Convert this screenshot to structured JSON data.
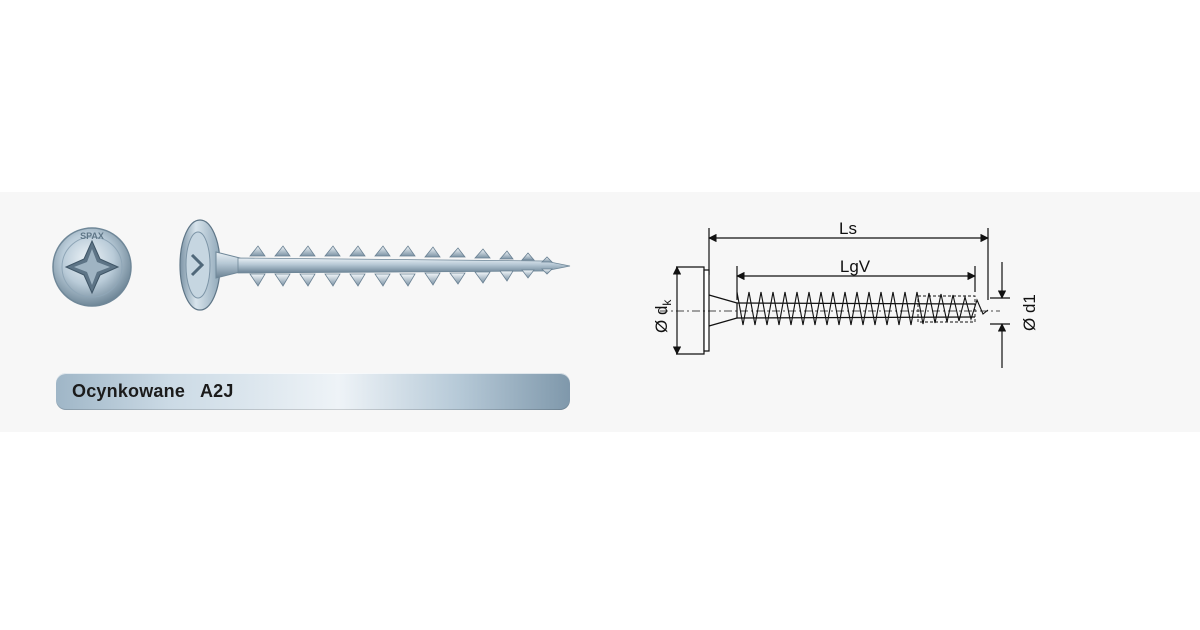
{
  "product": {
    "coating_label": "Ocynkowane   A2J",
    "head_stamp": "SPAX"
  },
  "drawing": {
    "dim_ls": "Ls",
    "dim_lgv": "LgV",
    "dim_dk_main": "Ø d",
    "dim_dk_sub": "k",
    "dim_d1": "Ø d1"
  },
  "colors": {
    "zinc_light": "#dfe9f0",
    "zinc_mid": "#a9bdcb",
    "zinc_dark": "#6f8798",
    "line": "#111111"
  }
}
